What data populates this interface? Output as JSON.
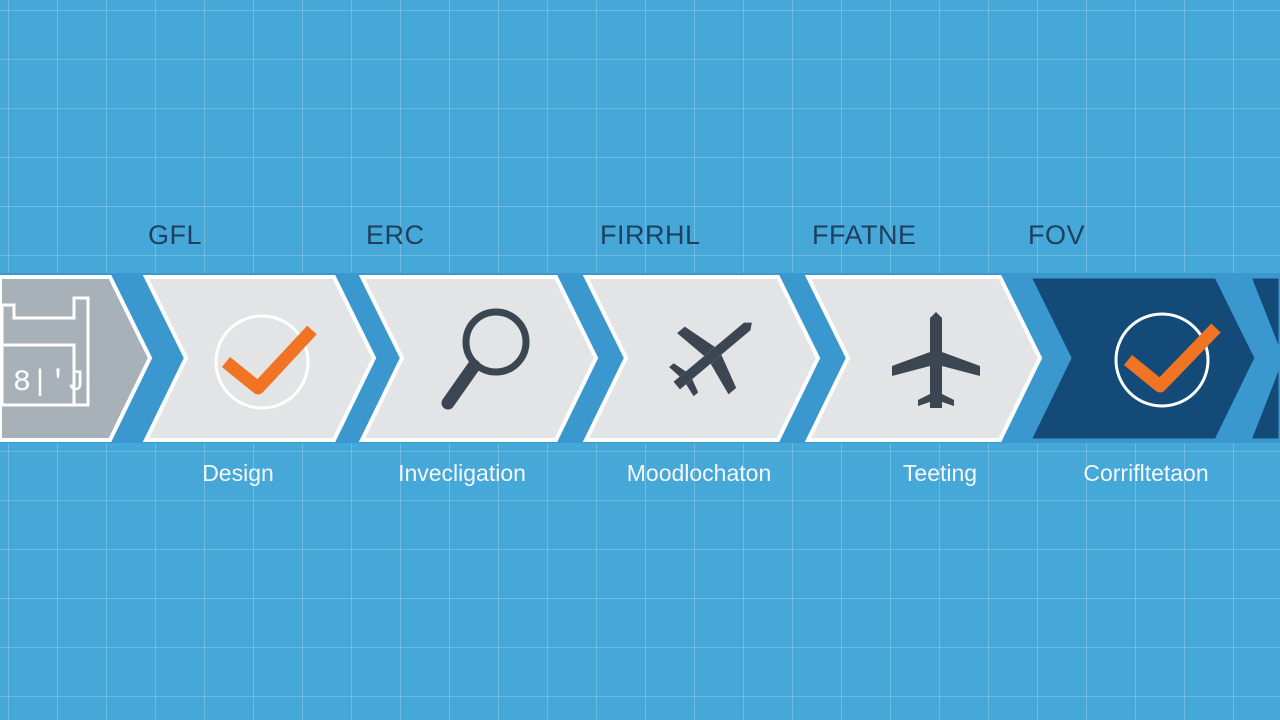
{
  "colors": {
    "background": "#46a7d9",
    "chevron_light": "#e3e4e6",
    "chevron_gray": "#a8b0b8",
    "chevron_dark": "#134a78",
    "chevron_border": "#ffffff",
    "accent_orange": "#f07423",
    "icon_dark": "#3c4653"
  },
  "stages": [
    {
      "code": "",
      "label": "",
      "icon": "document-icon"
    },
    {
      "code": "GFL",
      "label": "Design",
      "icon": "checkmark-icon"
    },
    {
      "code": "ERC",
      "label": "Invecligation",
      "icon": "magnifier-icon"
    },
    {
      "code": "FIRRHL",
      "label": "Moodlochaton",
      "icon": "airplane-icon"
    },
    {
      "code": "FFATNE",
      "label": "Teeting",
      "icon": "airplane-icon"
    },
    {
      "code": "FOV",
      "label": "Corrifltetaon",
      "icon": "checkmark-icon"
    }
  ],
  "document_icon_text": "8|'J"
}
